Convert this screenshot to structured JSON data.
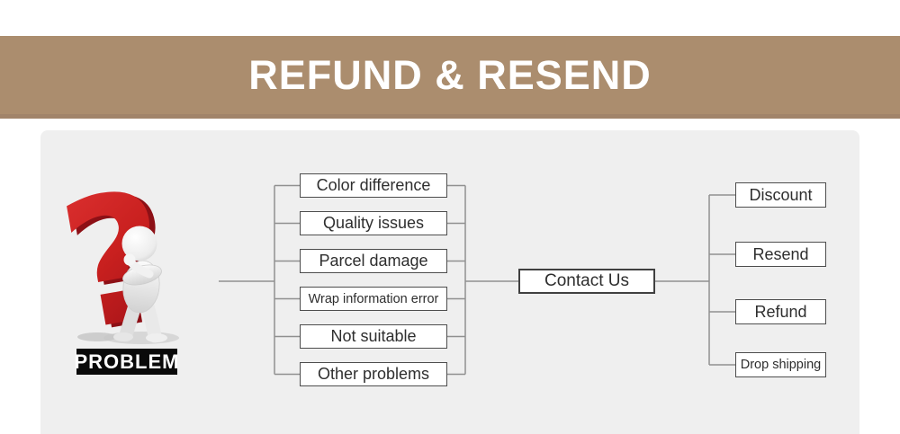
{
  "banner": {
    "title": "REFUND & RESEND",
    "bg_color": "#ab8d6e",
    "text_color": "#ffffff"
  },
  "figure": {
    "label": "PROBLEM",
    "icon": "question-mark-thinker-icon",
    "question_mark_color": "#c9201f",
    "label_bg_color": "#000000"
  },
  "flow": {
    "problems": [
      "Color difference",
      "Quality issues",
      "Parcel damage",
      "Wrap information error",
      "Not suitable",
      "Other problems"
    ],
    "hub": "Contact Us",
    "solutions": [
      "Discount",
      "Resend",
      "Refund",
      "Drop shipping"
    ]
  },
  "colors": {
    "panel_bg": "#efefef",
    "box_border": "#4d4d4d",
    "connector_line": "#909090"
  }
}
